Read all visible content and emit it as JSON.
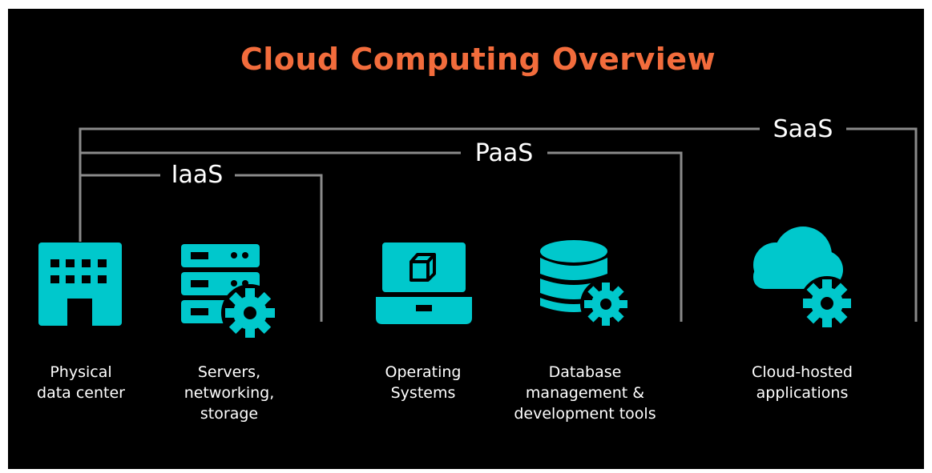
{
  "title": "Cloud Computing Overview",
  "colors": {
    "accent": "#f26c3c",
    "icon": "#00c8cc",
    "bracket": "#8a8a8a",
    "background": "#000000",
    "text": "#ffffff"
  },
  "levels": [
    {
      "label": "IaaS"
    },
    {
      "label": "PaaS"
    },
    {
      "label": "SaaS"
    }
  ],
  "components": [
    {
      "icon": "building-icon",
      "label": "Physical\ndata center"
    },
    {
      "icon": "server-rack-gear-icon",
      "label": "Servers,\nnetworking,\nstorage"
    },
    {
      "icon": "laptop-cube-icon",
      "label": "Operating\nSystems"
    },
    {
      "icon": "database-gear-icon",
      "label": "Database\nmanagement &\ndevelopment tools"
    },
    {
      "icon": "cloud-gear-icon",
      "label": "Cloud-hosted\napplications"
    }
  ]
}
